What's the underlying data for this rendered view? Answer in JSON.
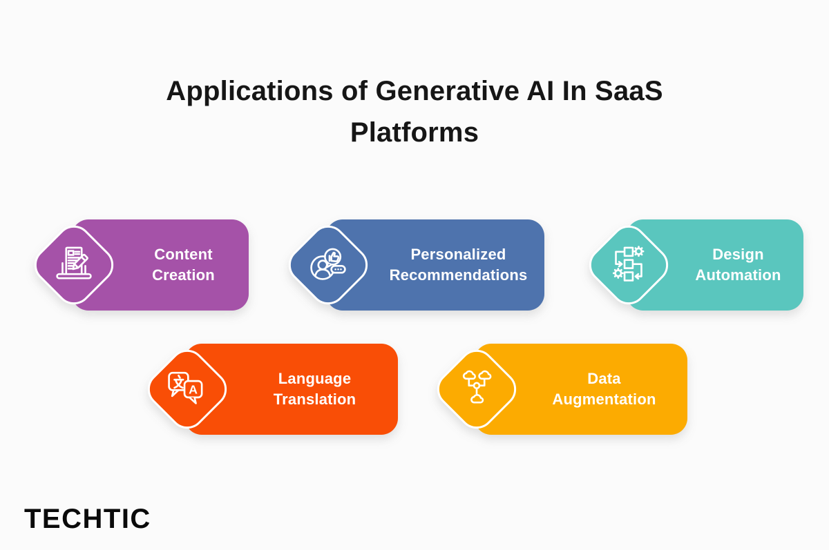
{
  "page": {
    "background_color": "#fbfbfb"
  },
  "title": {
    "text": "Applications of Generative AI In SaaS Platforms"
  },
  "logo": {
    "text": "TECHTIC"
  },
  "cards": [
    {
      "id": "content-creation",
      "label_line1": "Content",
      "label_line2": "Creation",
      "color": "#a552a8",
      "icon": "laptop-document-pencil-icon"
    },
    {
      "id": "personalized-recommendations",
      "label_line1": "Personalized",
      "label_line2": "Recommendations",
      "color": "#4e73ad",
      "icon": "user-thumbs-up-bubble-icon"
    },
    {
      "id": "design-automation",
      "label_line1": "Design",
      "label_line2": "Automation",
      "color": "#5ac6be",
      "icon": "workflow-squares-gears-icon"
    },
    {
      "id": "language-translation",
      "label_line1": "Language",
      "label_line2": "Translation",
      "color": "#f94e06",
      "icon": "translation-speech-bubbles-icon"
    },
    {
      "id": "data-augmentation",
      "label_line1": "Data",
      "label_line2": "Augmentation",
      "color": "#fcab01",
      "icon": "cloud-network-icon"
    }
  ]
}
